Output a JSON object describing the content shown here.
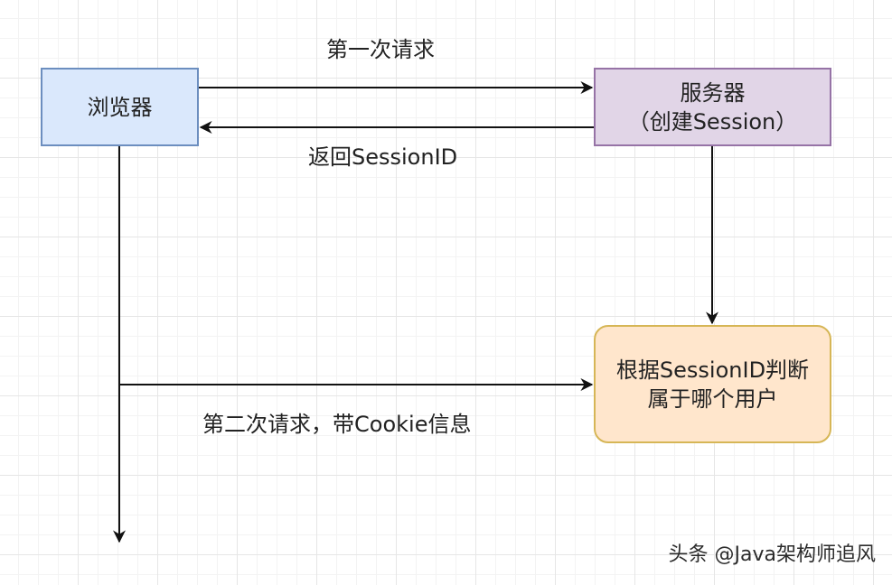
{
  "nodes": {
    "browser": {
      "label": "浏览器",
      "fill": "#dae8fc",
      "stroke": "#6c8ebf"
    },
    "server": {
      "label_line1": "服务器",
      "label_line2": "（创建Session）",
      "fill": "#e1d5e7",
      "stroke": "#9673a6"
    },
    "judge": {
      "label_line1": "根据SessionID判断",
      "label_line2": "属于哪个用户",
      "fill": "#ffe6cc",
      "stroke": "#d6b656"
    }
  },
  "edges": {
    "first_request": "第一次请求",
    "return_session": "返回SessionID",
    "second_request": "第二次请求，带Cookie信息"
  },
  "watermark": "头条 @Java架构师追风",
  "colors": {
    "line": "#111111",
    "grid": "#e6e6e6"
  }
}
